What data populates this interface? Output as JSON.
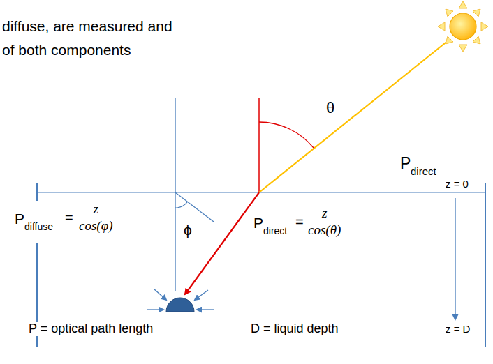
{
  "diagram": {
    "labels": [
      "diffuse, are measured and",
      "of both components",
      "P",
      "direct",
      "θ",
      "z = 0",
      "P",
      "diffuse",
      "=",
      "z",
      "cos(φ)",
      "ϕ",
      "P",
      "direct",
      "=",
      "z",
      "cos(θ)",
      "P = optical path length",
      "D = liquid depth",
      "z = D"
    ]
  }
}
